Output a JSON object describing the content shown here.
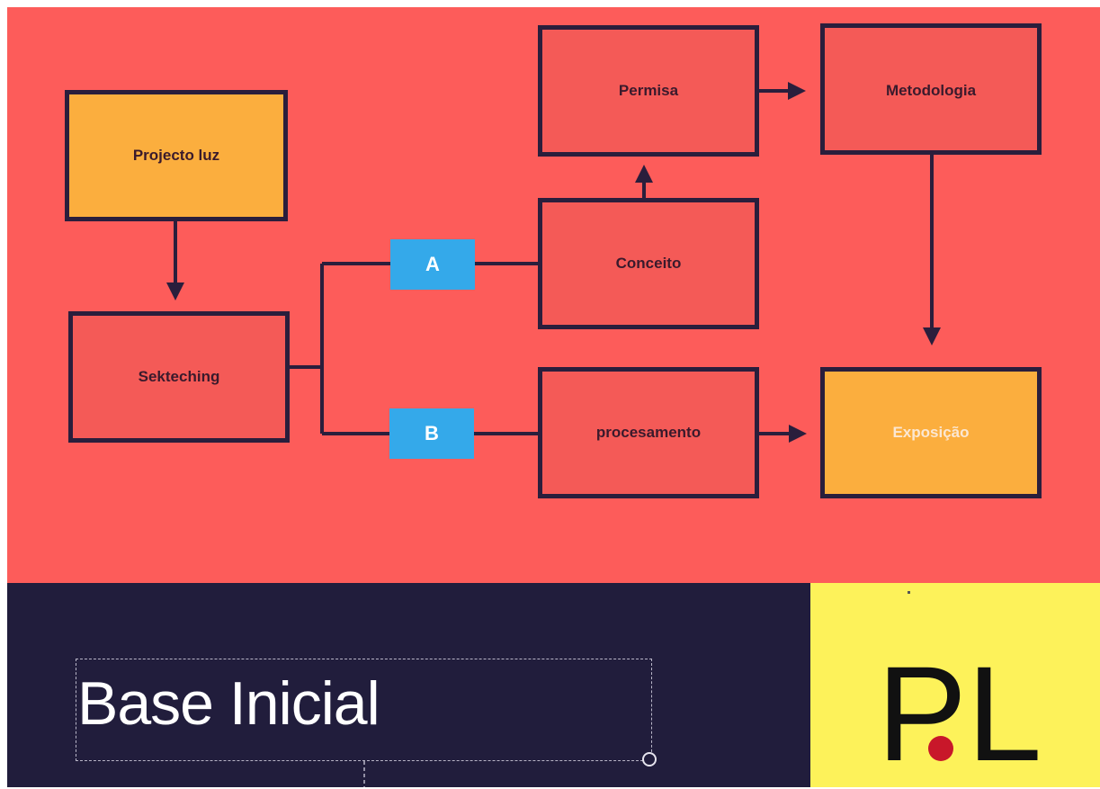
{
  "diagram": {
    "nodes": {
      "projecto_luz": "Projecto luz",
      "sekteching": "Sekteching",
      "permisa": "Permisa",
      "metodologia": "Metodologia",
      "conceito": "Conceito",
      "procesamento": "procesamento",
      "exposicao": "Exposição"
    },
    "tags": {
      "a": "A",
      "b": "B"
    },
    "colors": {
      "background": "#fd5c5a",
      "node_fill": "#f45a57",
      "highlight_fill": "#fbae3e",
      "border": "#2a1e3c",
      "tag": "#34a9ea"
    }
  },
  "footer": {
    "title": "Base Inicial",
    "background": "#211d3c"
  },
  "logo": {
    "letter_left": "P",
    "letter_right": "L",
    "background": "#fdf25a",
    "dot_color": "#c8172a"
  }
}
